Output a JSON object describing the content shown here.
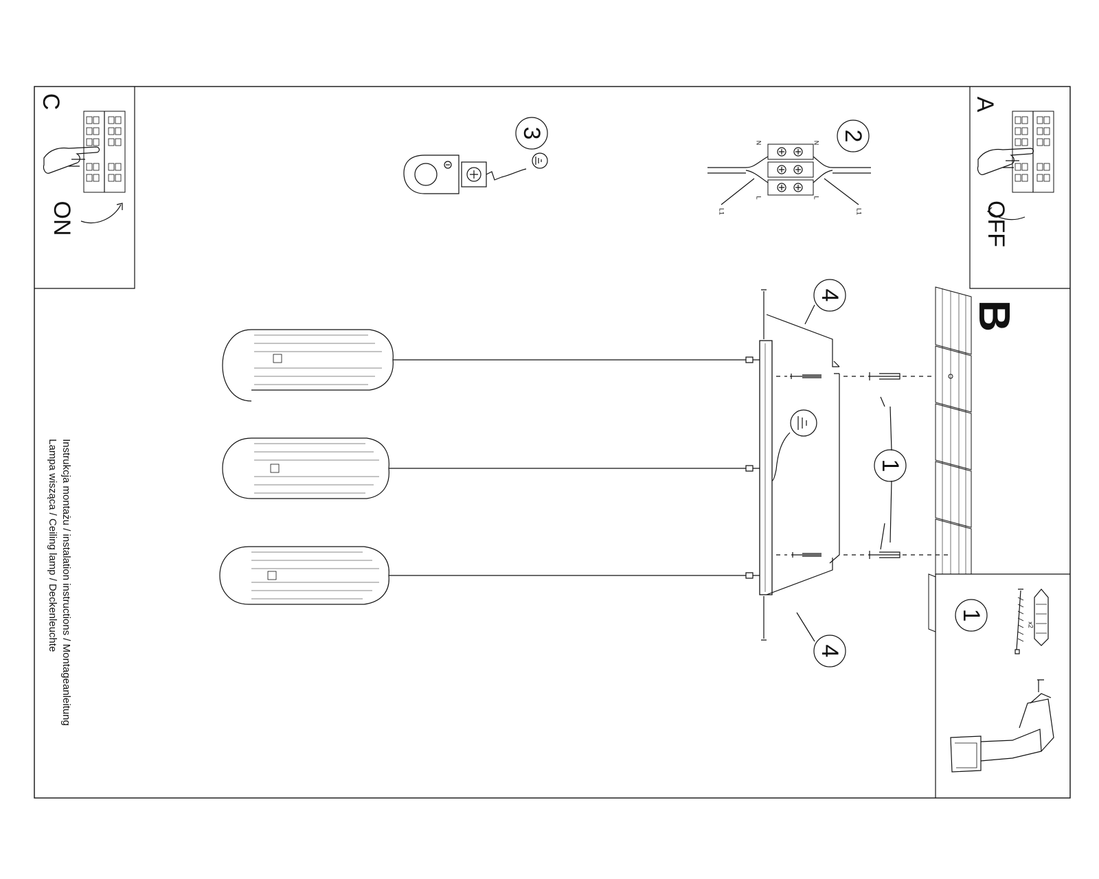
{
  "panels": {
    "a": {
      "letter": "A",
      "switch_label": "OFF"
    },
    "b": {
      "letter": "B"
    },
    "c": {
      "letter": "C",
      "switch_label": "ON"
    }
  },
  "steps": {
    "one": "1",
    "two": "2",
    "three": "3",
    "four": "4"
  },
  "terminal": {
    "n": "N",
    "l": "L",
    "l1": "L1"
  },
  "kit": {
    "step": "1",
    "quantity": "x2"
  },
  "caption": {
    "line1": "Instrukcja montażu / instalation instructions / Montageanleitung",
    "line2": "Lampa wisząca / Ceiling lamp / Deckenleuchte"
  },
  "colors": {
    "line": "#111111",
    "background": "#ffffff"
  }
}
